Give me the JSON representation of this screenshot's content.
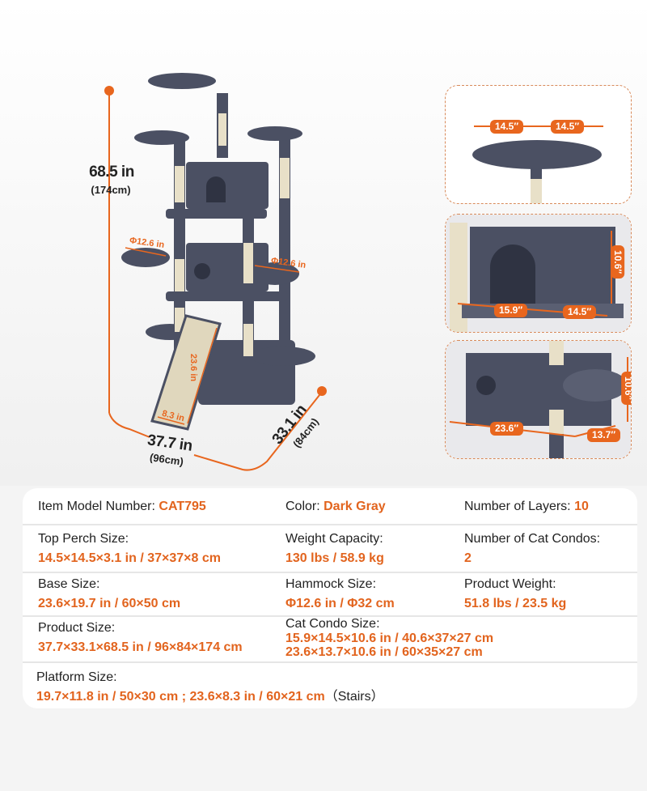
{
  "colors": {
    "accent": "#e8661e",
    "tree": "#4b5063",
    "sisal": "#e8e0c8",
    "text": "#222222"
  },
  "main_image": {
    "height_in": "68.5 in",
    "height_cm": "(174cm)",
    "width_in": "37.7 in",
    "width_cm": "(96cm)",
    "depth_in": "33.1 in",
    "depth_cm": "(84cm)",
    "hammock_left": "Φ12.6 in",
    "hammock_right": "Φ12.6 in",
    "ramp_length": "23.6 in",
    "ramp_width": "8.3 in"
  },
  "detail_panels": [
    {
      "labels": [
        "14.5″",
        "14.5″"
      ]
    },
    {
      "labels": [
        "15.9″",
        "14.5″",
        "10.6″"
      ]
    },
    {
      "labels": [
        "23.6″",
        "13.7″",
        "10.6″"
      ]
    }
  ],
  "specs": {
    "model": {
      "label": "Item Model Number: ",
      "value": "CAT795"
    },
    "color": {
      "label": "Color: ",
      "value": "Dark Gray"
    },
    "layers": {
      "label": "Number of Layers: ",
      "value": "10"
    },
    "top_perch": {
      "label": "Top Perch Size:",
      "value": "14.5×14.5×3.1 in / 37×37×8 cm"
    },
    "weight_capacity": {
      "label": "Weight Capacity:",
      "value": "130 lbs / 58.9 kg"
    },
    "condos": {
      "label": "Number of Cat Condos:",
      "value": "2"
    },
    "base": {
      "label": "Base Size:",
      "value": "23.6×19.7 in / 60×50 cm"
    },
    "hammock": {
      "label": "Hammock Size:",
      "value": "Φ12.6 in / Φ32 cm"
    },
    "product_weight": {
      "label": "Product Weight:",
      "value": "51.8 lbs / 23.5 kg"
    },
    "product_size": {
      "label": "Product Size:",
      "value": "37.7×33.1×68.5 in / 96×84×174 cm"
    },
    "condo_size": {
      "label": "Cat Condo Size:",
      "value1": "15.9×14.5×10.6 in / 40.6×37×27 cm",
      "value2": "23.6×13.7×10.6 in / 60×35×27 cm"
    },
    "platform": {
      "label": "Platform Size:",
      "value": "19.7×11.8 in / 50×30 cm ; 23.6×8.3 in / 60×21 cm",
      "suffix": "（Stairs）"
    }
  }
}
